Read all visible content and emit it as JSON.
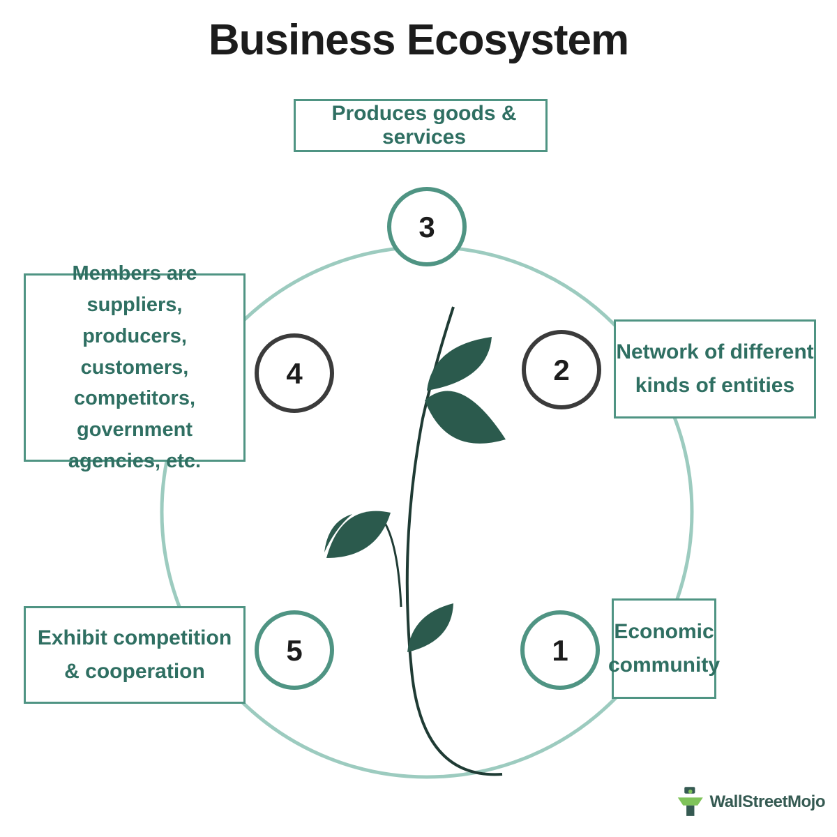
{
  "title": "Business Ecosystem",
  "nodes": [
    {
      "number": "1",
      "text": "Economic\ncommunity"
    },
    {
      "number": "2",
      "text": "Network of different\nkinds of entities"
    },
    {
      "number": "3",
      "text": "Produces goods & services"
    },
    {
      "number": "4",
      "text": "Members are suppliers,\nproducers, customers,\ncompetitors, government\nagencies, etc."
    },
    {
      "number": "5",
      "text": "Exhibit competition\n& cooperation"
    }
  ],
  "logo": {
    "text": "WallStreetMojo",
    "icon": "wallstreetmojo-logo-icon"
  },
  "colors": {
    "accent": "#4f9483",
    "ring": "#9ccbbf",
    "dark_ring": "#3b3b3b",
    "plant": "#2b5a4d",
    "text": "#2f6f62"
  }
}
